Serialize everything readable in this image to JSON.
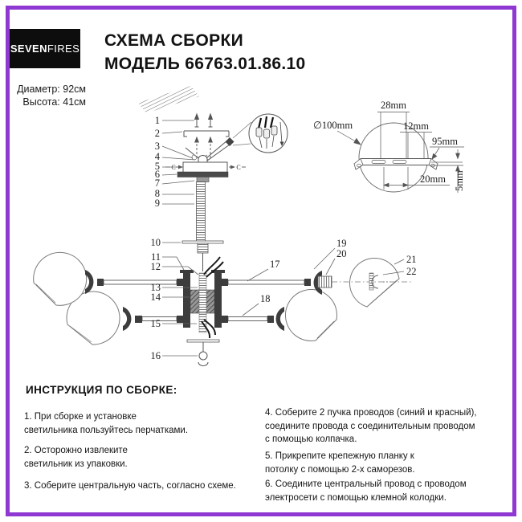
{
  "page": {
    "border_color": "#9038d2",
    "background": "#ffffff"
  },
  "brand": {
    "name_bold": "SEVEN",
    "name_light": "FIRES"
  },
  "header": {
    "title_line1": "СХЕМА СБОРКИ",
    "title_line2": "МОДЕЛЬ 66763.01.86.10",
    "spec_diameter": "Диаметр: 92см",
    "spec_height": "Высота: 41см"
  },
  "diagram": {
    "parts": [
      "1",
      "2",
      "3",
      "4",
      "5",
      "6",
      "7",
      "8",
      "9",
      "10",
      "11",
      "12",
      "13",
      "14",
      "15",
      "16",
      "17",
      "18",
      "19",
      "20",
      "21",
      "22"
    ],
    "section_label": "C",
    "dimensions": {
      "hole_diameter": "∅100mm",
      "d28": "28mm",
      "d12": "12mm",
      "d95": "95mm",
      "d20": "20mm",
      "d5": "5mm"
    }
  },
  "instructions": {
    "heading": "ИНСТРУКЦИЯ ПО СБОРКЕ:",
    "left": [
      "1. При сборке и установке\nсветильника пользуйтесь перчатками.",
      "2. Осторожно извлеките\nсветильник из упаковки.",
      "3. Соберите центральную часть, согласно схеме."
    ],
    "right": [
      "4. Соберите 2 пучка проводов (синий и красный),\nсоедините провода с соединительным проводом\nс помощью колпачка.",
      "5. Прикрепите крепежную планку к\nпотолку с помощью 2-х саморезов.",
      "6. Соедините центральный провод с проводом\nэлектросети с помощью клемной колодки."
    ]
  }
}
